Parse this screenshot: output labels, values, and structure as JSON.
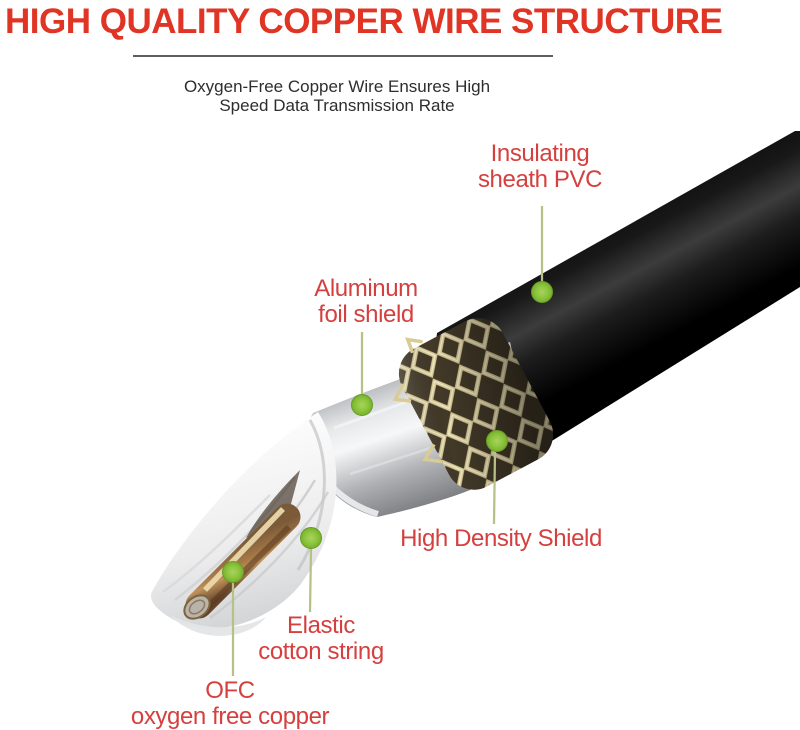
{
  "header": {
    "title": "HIGH QUALITY COPPER WIRE STRUCTURE",
    "subtitle": [
      "Oxygen-Free Copper Wire Ensures High",
      "Speed Data Transmission Rate"
    ]
  },
  "labels": [
    {
      "id": "insulating-sheath-pvc",
      "lines": [
        "Insulating",
        "sheath PVC"
      ]
    },
    {
      "id": "aluminum-foil-shield",
      "lines": [
        "Aluminum",
        "foil shield"
      ]
    },
    {
      "id": "high-density-shield",
      "lines": [
        "High Density Shield"
      ]
    },
    {
      "id": "elastic-cotton-string",
      "lines": [
        "Elastic",
        "cotton string"
      ]
    },
    {
      "id": "ofc-oxygen-free-copper",
      "lines": [
        "OFC",
        "oxygen free copper"
      ]
    }
  ],
  "colors": {
    "title_red": "#e03424",
    "label_red": "#d5403f",
    "callout_dot_green": "#8dc63f",
    "callout_line_green": "#b7c186",
    "sheath_black": "#0d0d0d",
    "mesh_khaki": "#d9cb96",
    "foil_silver": "#d7d9db",
    "copper_brown": "#a87a47",
    "background": "#ffffff"
  }
}
